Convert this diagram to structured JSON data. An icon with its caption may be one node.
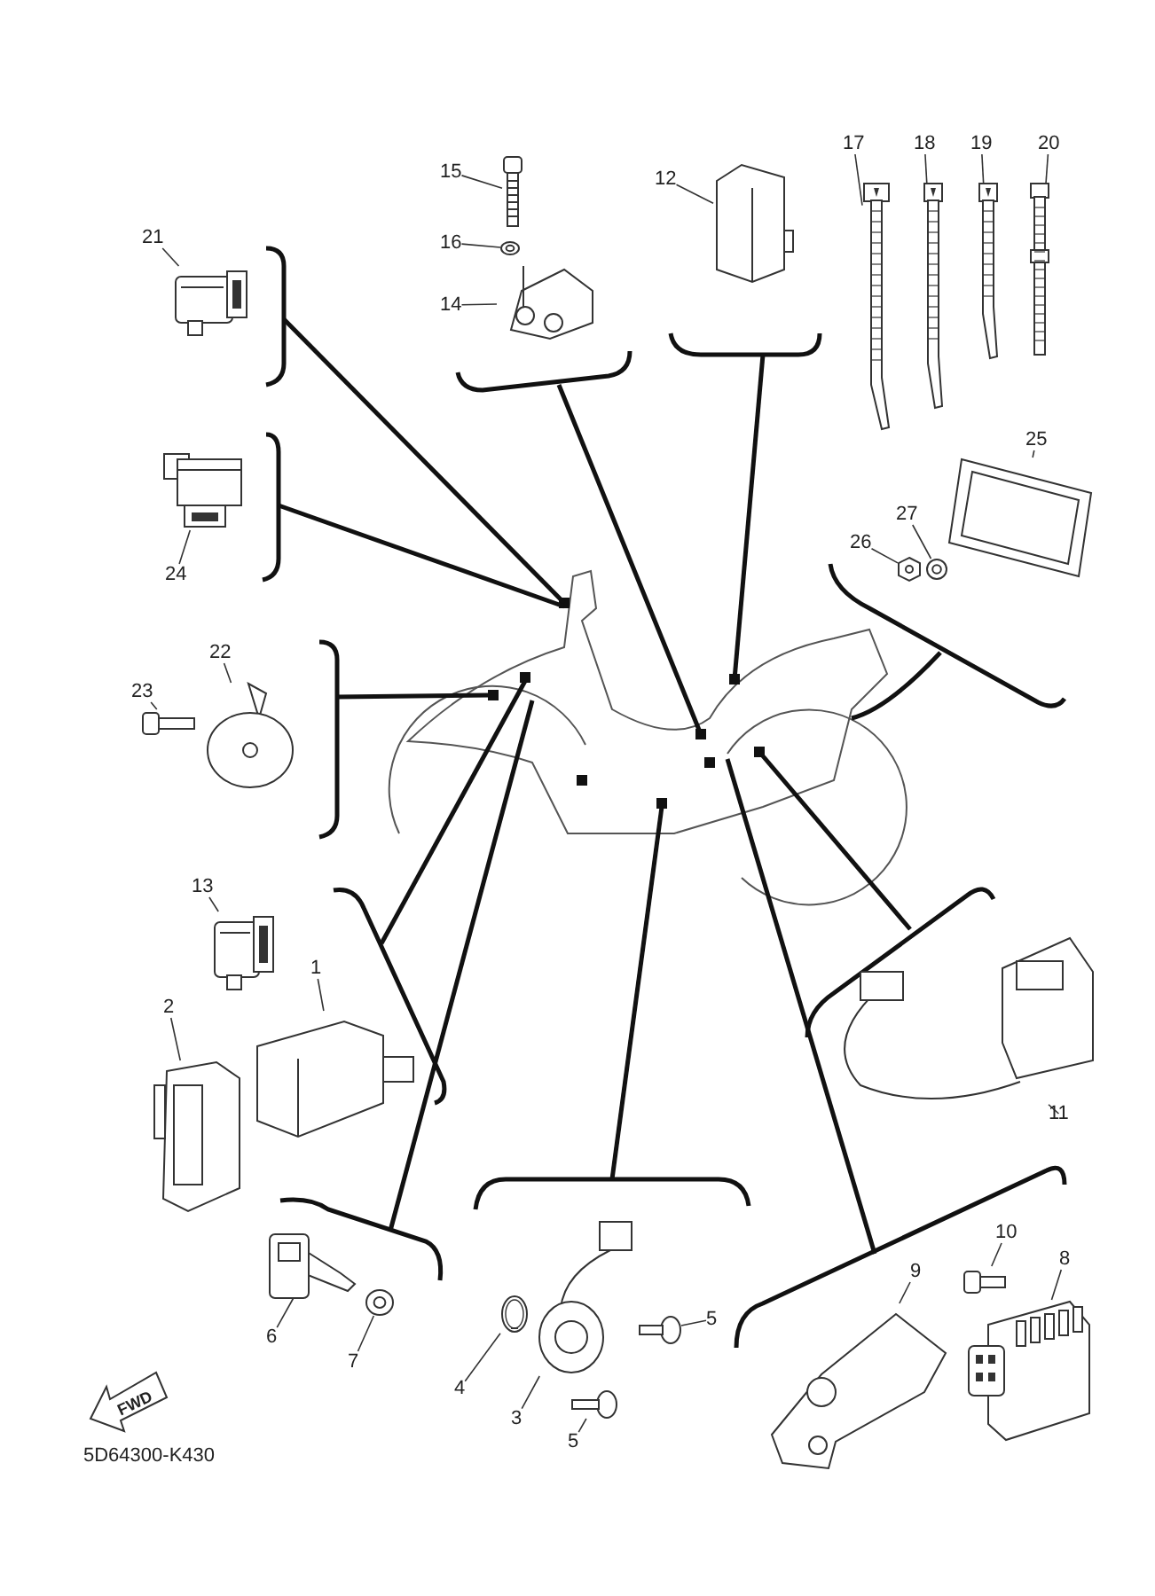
{
  "diagram": {
    "nodes": [
      {
        "text": [
          "15"
        ]
      },
      {
        "text": [],
        "shape": "picture"
      },
      {
        "text": [
          "16"
        ]
      },
      {
        "text": [],
        "shape": "picture"
      },
      {
        "text": [
          "12"
        ]
      },
      {
        "text": [],
        "shape": "picture"
      },
      {
        "text": [
          "17"
        ]
      },
      {
        "text": [],
        "shape": "picture"
      },
      {
        "text": [
          "18"
        ]
      },
      {
        "text": [],
        "shape": "picture"
      },
      {
        "text": [
          "19"
        ]
      },
      {
        "text": [],
        "shape": "picture"
      },
      {
        "text": [
          "20"
        ]
      },
      {
        "text": [],
        "shape": "picture"
      },
      {
        "text": [
          "21"
        ]
      },
      {
        "text": [],
        "shape": "picture"
      },
      {
        "text": [
          "14"
        ]
      },
      {
        "text": [],
        "shape": "picture"
      },
      {
        "text": [
          "25"
        ]
      },
      {
        "text": [],
        "shape": "picture"
      },
      {
        "text": [
          "27"
        ]
      },
      {
        "text": [],
        "shape": "picture"
      },
      {
        "text": [
          "26"
        ]
      },
      {
        "text": [],
        "shape": "picture"
      },
      {
        "text": [
          "24"
        ]
      },
      {
        "text": [],
        "shape": "picture"
      },
      {
        "text": [
          "22"
        ]
      },
      {
        "text": [],
        "shape": "picture"
      },
      {
        "text": [
          "23"
        ]
      },
      {
        "text": [],
        "shape": "picture"
      },
      {
        "text": [
          "13"
        ]
      },
      {
        "text": [],
        "shape": "picture"
      },
      {
        "text": [
          "1"
        ]
      },
      {
        "text": [],
        "shape": "picture"
      },
      {
        "text": [
          "2"
        ]
      },
      {
        "text": [],
        "shape": "picture"
      },
      {
        "text": [
          "11"
        ]
      },
      {
        "text": [],
        "shape": "picture"
      },
      {
        "text": [
          "10"
        ]
      },
      {
        "text": [],
        "shape": "picture"
      },
      {
        "text": [
          "8"
        ]
      },
      {
        "text": [],
        "shape": "picture"
      },
      {
        "text": [
          "9"
        ]
      },
      {
        "text": [],
        "shape": "picture"
      },
      {
        "text": [
          "5"
        ]
      },
      {
        "text": [],
        "shape": "picture"
      },
      {
        "text": [
          "6"
        ]
      },
      {
        "text": [],
        "shape": "picture"
      },
      {
        "text": [
          "4"
        ]
      },
      {
        "text": [],
        "shape": "picture"
      },
      {
        "text": [
          "7"
        ]
      },
      {
        "text": [],
        "shape": "picture"
      },
      {
        "text": [
          "3"
        ]
      },
      {
        "text": [],
        "shape": "picture"
      },
      {
        "text": [
          "5"
        ]
      },
      {
        "text": [],
        "shape": "picture"
      }
    ],
    "edges": [
      {
        "from": 0,
        "to": 1,
        "arrow": "none"
      },
      {
        "from": 2,
        "to": 3,
        "arrow": "none"
      },
      {
        "from": 4,
        "to": 5,
        "arrow": "none"
      },
      {
        "from": 6,
        "to": 7,
        "arrow": "none"
      },
      {
        "from": 8,
        "to": 9,
        "arrow": "none"
      },
      {
        "from": 10,
        "to": 11,
        "arrow": "none"
      },
      {
        "from": 12,
        "to": 13,
        "arrow": "none"
      },
      {
        "from": 14,
        "to": 15,
        "arrow": "none"
      },
      {
        "from": 16,
        "to": 17,
        "arrow": "none"
      },
      {
        "from": 18,
        "to": 19,
        "arrow": "none"
      },
      {
        "from": 20,
        "to": 21,
        "arrow": "none"
      },
      {
        "from": 22,
        "to": 23,
        "arrow": "none"
      },
      {
        "from": 24,
        "to": 25,
        "arrow": "none"
      },
      {
        "from": 26,
        "to": 27,
        "arrow": "none"
      },
      {
        "from": 28,
        "to": 29,
        "arrow": "none"
      },
      {
        "from": 30,
        "to": 31,
        "arrow": "none"
      },
      {
        "from": 32,
        "to": 33,
        "arrow": "none"
      },
      {
        "from": 34,
        "to": 35,
        "arrow": "none"
      },
      {
        "from": 36,
        "to": 37,
        "arrow": "none"
      },
      {
        "from": 38,
        "to": 39,
        "arrow": "none"
      },
      {
        "from": 40,
        "to": 41,
        "arrow": "none"
      },
      {
        "from": 42,
        "to": 43,
        "arrow": "none"
      },
      {
        "from": 44,
        "to": 45,
        "arrow": "none"
      },
      {
        "from": 46,
        "to": 47,
        "arrow": "none"
      },
      {
        "from": 48,
        "to": 49,
        "arrow": "none"
      },
      {
        "from": 50,
        "to": 51,
        "arrow": "none"
      },
      {
        "from": 52,
        "to": 53,
        "arrow": "none"
      },
      {
        "from": 54,
        "to": 55,
        "arrow": "none"
      }
    ],
    "labels": [
      "FWD",
      "5D64300-K430"
    ]
  }
}
